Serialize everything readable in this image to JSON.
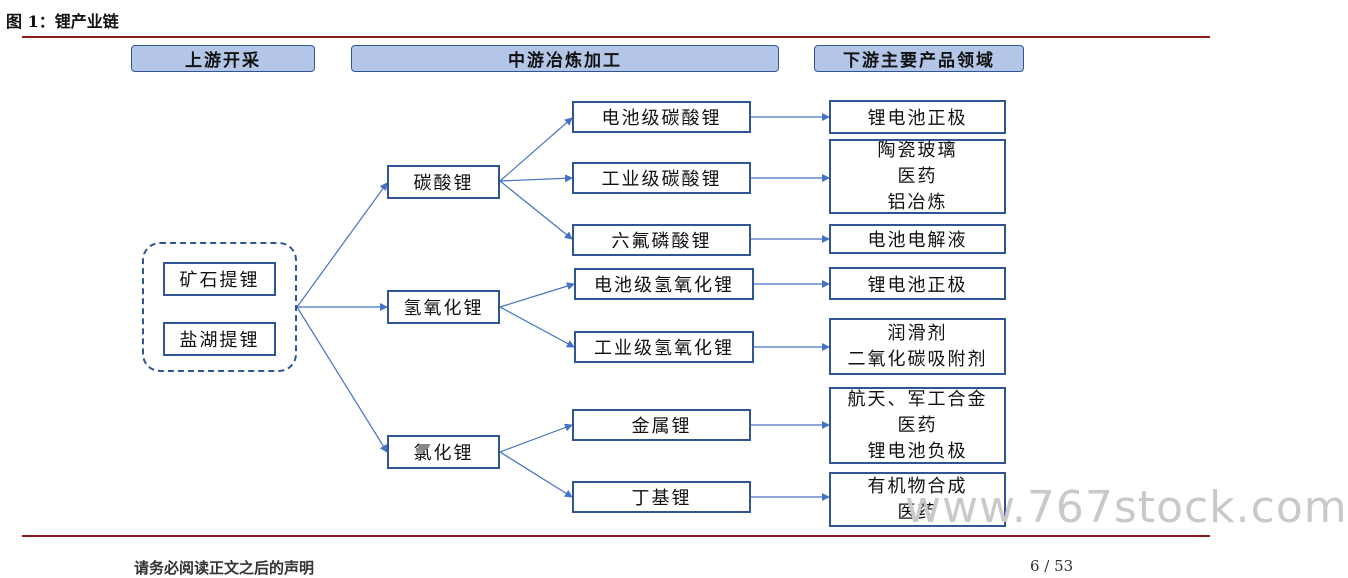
{
  "figure_title": "图 1：锂产业链",
  "headers": {
    "upstream": "上游开采",
    "midstream": "中游冶炼加工",
    "downstream": "下游主要产品领域"
  },
  "sources": [
    "矿石提锂",
    "盐湖提锂"
  ],
  "intermediates": [
    "碳酸锂",
    "氢氧化锂",
    "氯化锂"
  ],
  "products": [
    "电池级碳酸锂",
    "工业级碳酸锂",
    "六氟磷酸锂",
    "电池级氢氧化锂",
    "工业级氢氧化锂",
    "金属锂",
    "丁基锂"
  ],
  "applications": [
    [
      "锂电池正极"
    ],
    [
      "陶瓷玻璃",
      "医药",
      "铝冶炼"
    ],
    [
      "电池电解液"
    ],
    [
      "锂电池正极"
    ],
    [
      "润滑剂",
      "二氧化碳吸附剂"
    ],
    [
      "航天、军工合金",
      "医药",
      "锂电池负极"
    ],
    [
      "有机物合成",
      "医药"
    ]
  ],
  "watermark": "www.767stock.com",
  "footer": {
    "left": "请务必阅读正文之后的声明",
    "right": "6 / 53"
  },
  "colors": {
    "box_border": "#2f5597",
    "header_fill": "#b4c6e7",
    "rule": "#8b1a1a",
    "arrow": "#4472c4"
  }
}
